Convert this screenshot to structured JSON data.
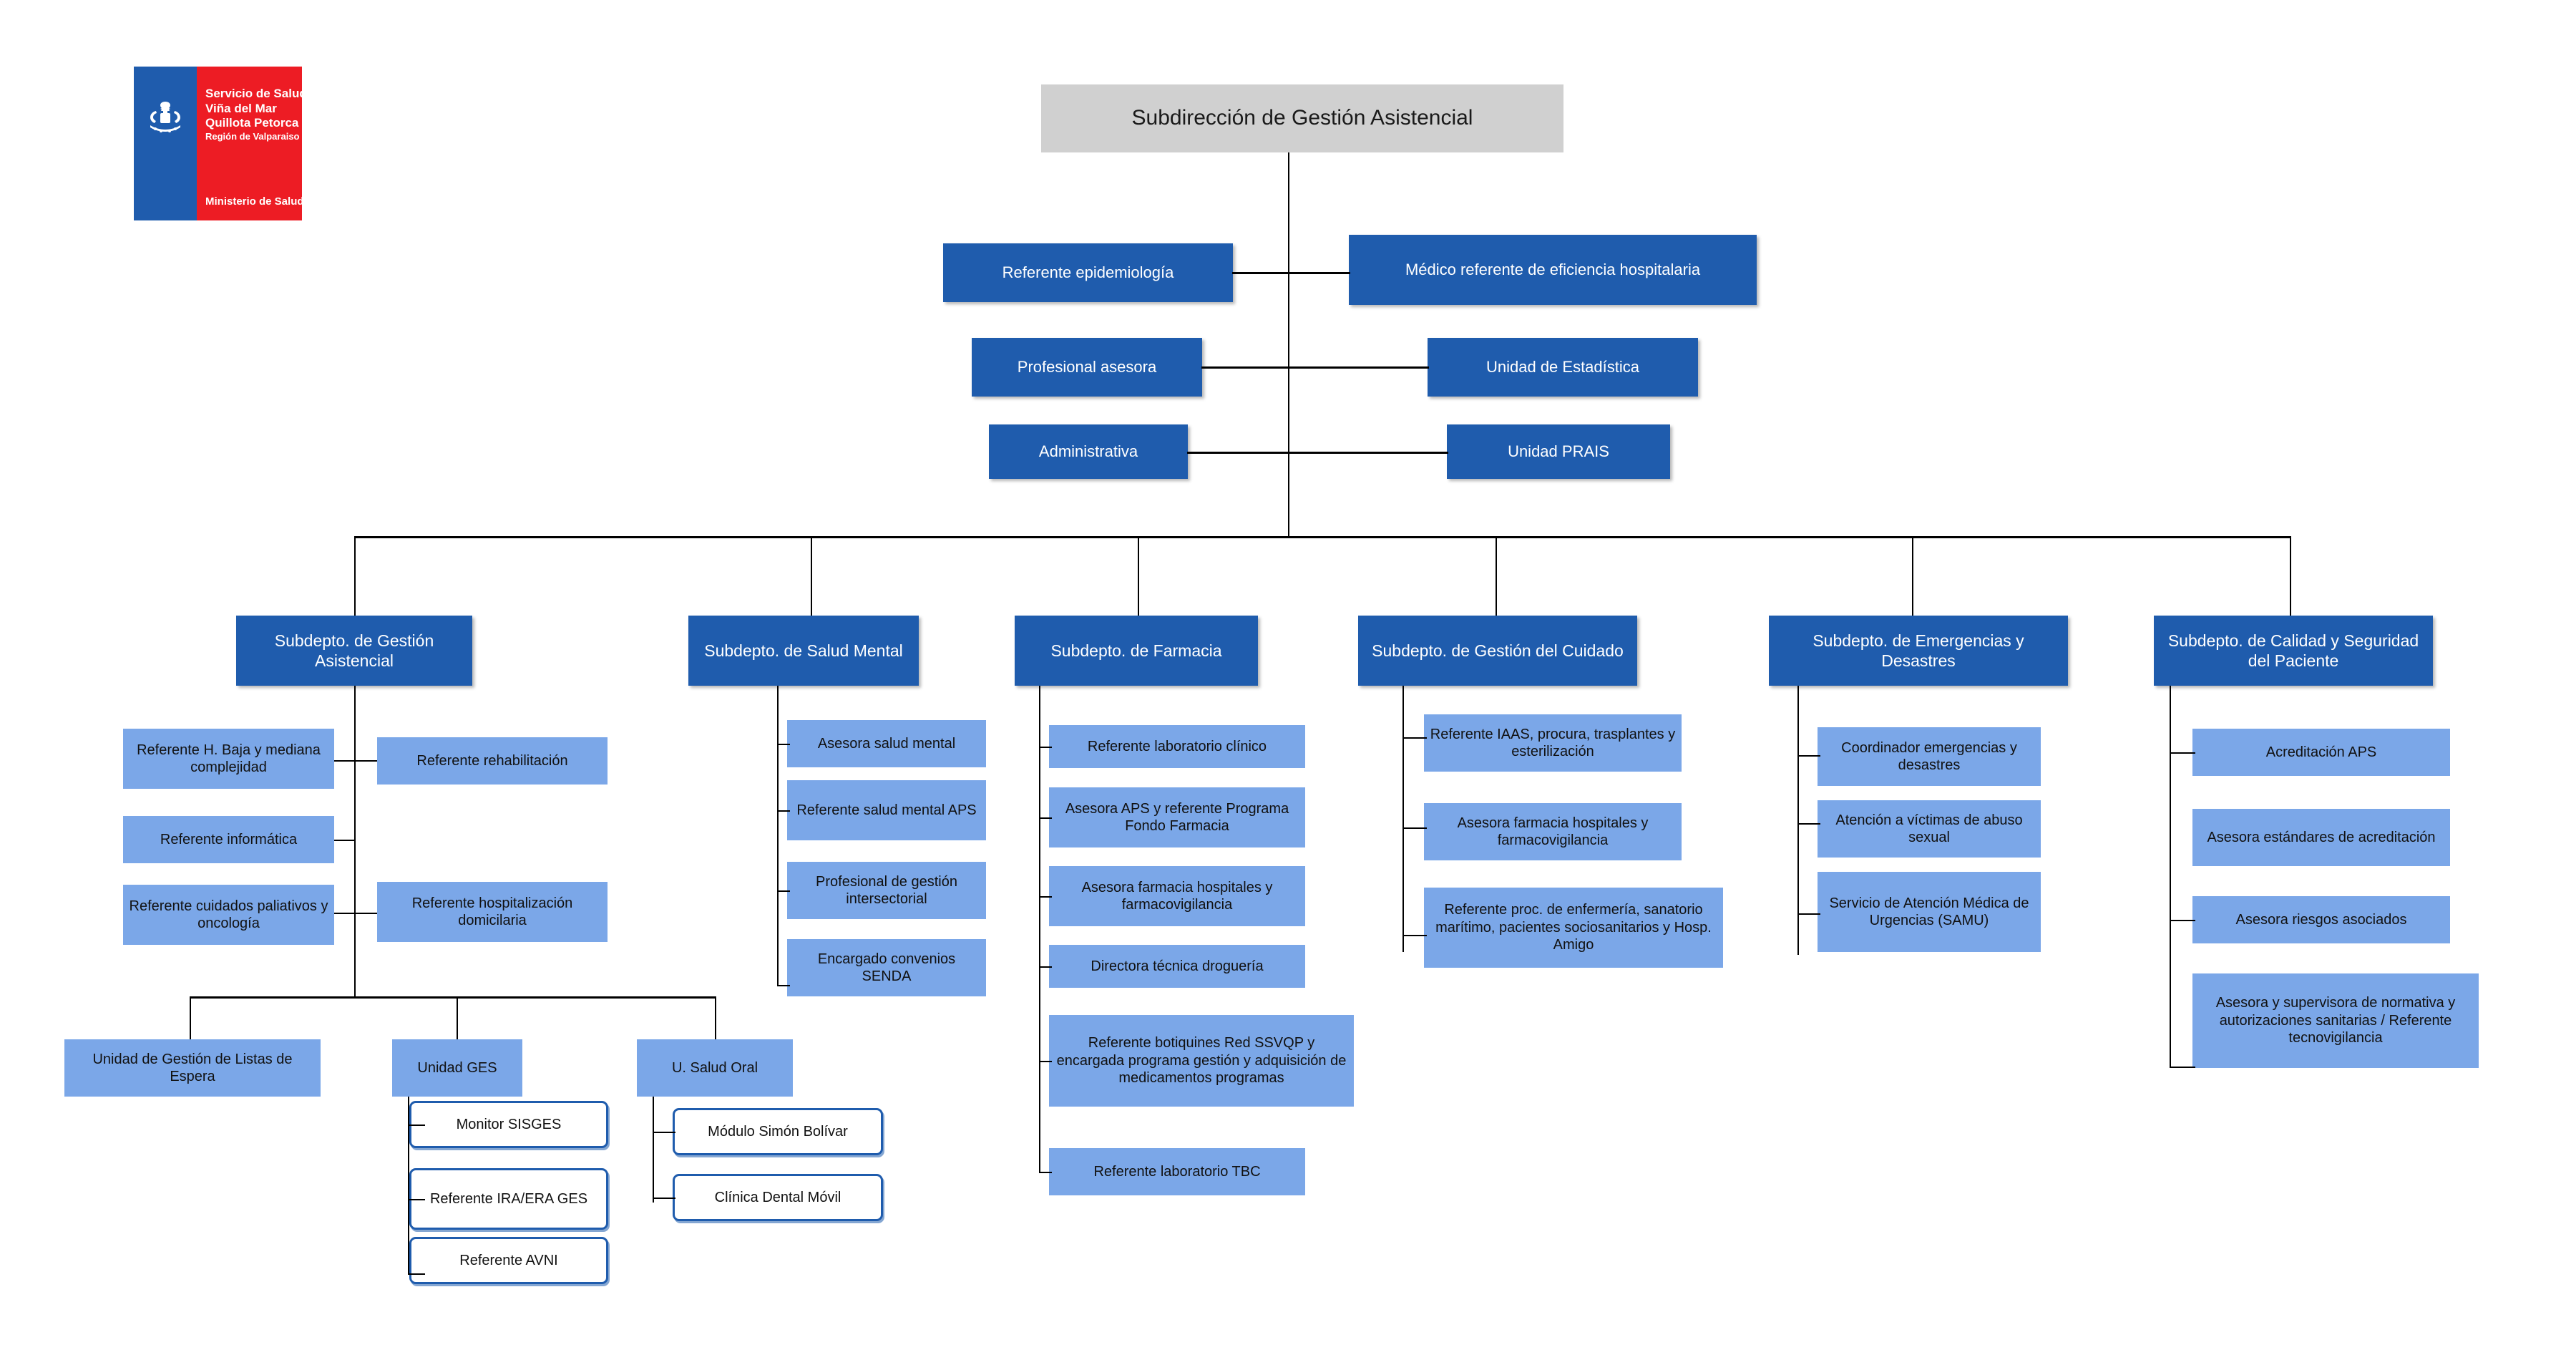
{
  "logo": {
    "name": "minsal-ssvqp-logo",
    "line1": "Servicio de Salud",
    "line2": "Viña del Mar",
    "line3": "Quillota Petorca",
    "line4": "Región de Valparaiso",
    "ministry": "Ministerio de Salud",
    "colors": {
      "blue": "#1F5CAD",
      "red": "#ED1C24"
    }
  },
  "colors": {
    "root_gray": "#D0D0D0",
    "navy": "#1F5CAD",
    "sky": "#7BA7E8",
    "outline_border": "#1F5CAD",
    "line": "#000000"
  },
  "root": {
    "label": "Subdirección de Gestión Asistencial"
  },
  "staff": [
    {
      "left": "Referente epidemiología",
      "right": "Médico referente de eficiencia hospitalaria"
    },
    {
      "left": "Profesional asesora",
      "right": "Unidad de Estadística"
    },
    {
      "left": "Administrativa",
      "right": "Unidad PRAIS"
    }
  ],
  "departments": [
    {
      "title": "Subdepto. de Gestión Asistencial",
      "left_items": [
        "Referente H. Baja y mediana complejidad",
        "Referente informática",
        "Referente cuidados paliativos y oncología"
      ],
      "right_items": [
        "Referente rehabilitación",
        "Referente hospitalización domicilaria"
      ],
      "units": [
        {
          "title": "Unidad de Gestión de Listas de Espera",
          "children": []
        },
        {
          "title": "Unidad GES",
          "children": [
            "Monitor SISGES",
            "Referente IRA/ERA GES",
            "Referente AVNI"
          ]
        },
        {
          "title": "U. Salud Oral",
          "children": [
            "Módulo Simón Bolívar",
            "Clínica Dental Móvil"
          ]
        }
      ]
    },
    {
      "title": "Subdepto. de Salud Mental",
      "items": [
        "Asesora salud mental",
        "Referente salud mental APS",
        "Profesional de gestión intersectorial",
        "Encargado convenios SENDA"
      ]
    },
    {
      "title": "Subdepto. de Farmacia",
      "items": [
        "Referente laboratorio clínico",
        "Asesora APS y referente Programa Fondo Farmacia",
        "Asesora farmacia hospitales y farmacovigilancia",
        "Directora técnica droguería",
        "Referente botiquines Red SSVQP y encargada programa gestión y adquisición de medicamentos programas",
        "Referente laboratorio TBC"
      ]
    },
    {
      "title": "Subdepto. de Gestión del Cuidado",
      "items": [
        "Referente IAAS, procura, trasplantes y esterilización",
        "Asesora farmacia hospitales y farmacovigilancia",
        "Referente proc. de enfermería, sanatorio marítimo, pacientes sociosanitarios y Hosp. Amigo"
      ]
    },
    {
      "title": "Subdepto. de Emergencias y Desastres",
      "items": [
        "Coordinador emergencias y desastres",
        "Atención a víctimas de abuso sexual",
        "Servicio de Atención Médica de Urgencias (SAMU)"
      ]
    },
    {
      "title": "Subdepto. de Calidad y Seguridad del Paciente",
      "items": [
        "Acreditación APS",
        "Asesora estándares de acreditación",
        "Asesora riesgos asociados",
        "Asesora y supervisora de normativa y autorizaciones sanitarias / Referente tecnovigilancia"
      ]
    }
  ]
}
